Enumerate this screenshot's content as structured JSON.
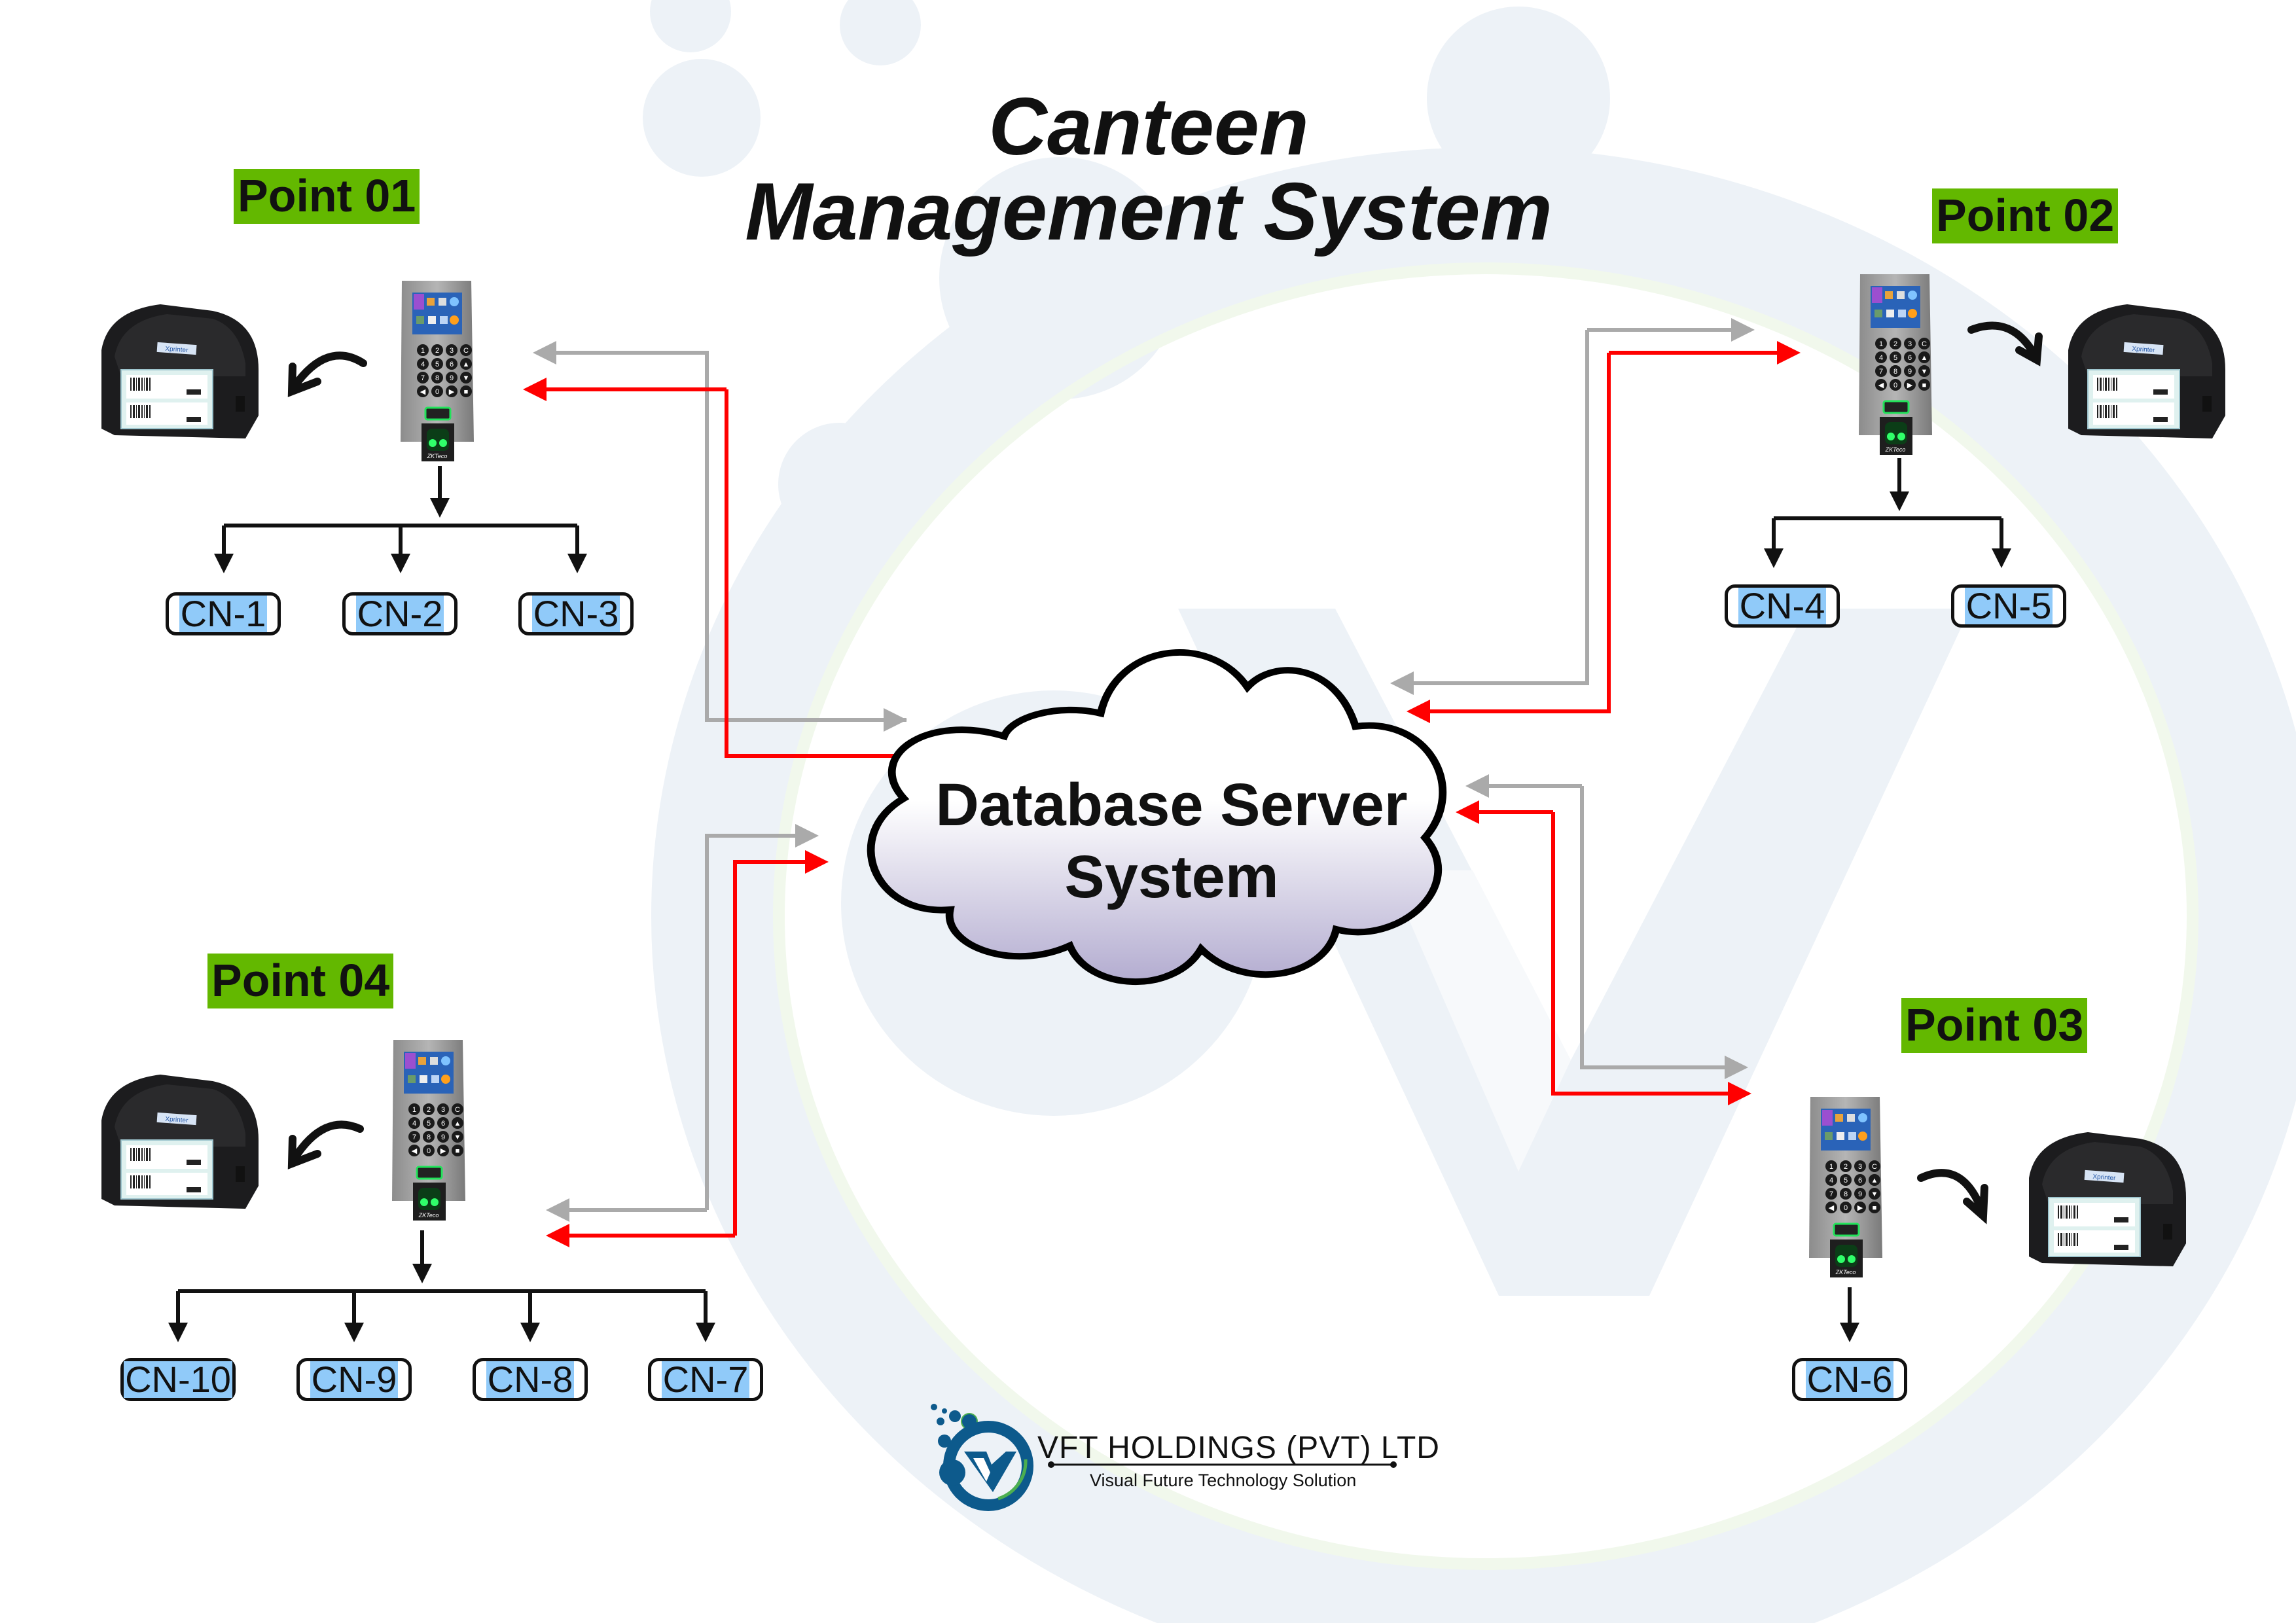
{
  "title": {
    "line1": "Canteen",
    "line2": "Management System"
  },
  "server": {
    "line1": "Database Server",
    "line2": "System",
    "icon": "cloud-icon"
  },
  "points": [
    {
      "label": "Point 01",
      "devices": [
        "fingerprint-terminal-icon",
        "label-printer-icon"
      ],
      "counters": [
        "CN-1",
        "CN-2",
        "CN-3"
      ]
    },
    {
      "label": "Point 02",
      "devices": [
        "fingerprint-terminal-icon",
        "label-printer-icon"
      ],
      "counters": [
        "CN-4",
        "CN-5"
      ]
    },
    {
      "label": "Point 03",
      "devices": [
        "fingerprint-terminal-icon",
        "label-printer-icon"
      ],
      "counters": [
        "CN-6"
      ]
    },
    {
      "label": "Point 04",
      "devices": [
        "fingerprint-terminal-icon",
        "label-printer-icon"
      ],
      "counters": [
        "CN-10",
        "CN-9",
        "CN-8",
        "CN-7"
      ]
    }
  ],
  "device_text": {
    "printer_brand": "Xprinter",
    "terminal_brand": "ZKTeco",
    "keypad": [
      "1",
      "2",
      "3",
      "C",
      "4",
      "5",
      "6",
      "▲",
      "7",
      "8",
      "9",
      "▼",
      "◀",
      "0",
      "▶",
      "■"
    ]
  },
  "links": {
    "gray_color": "#aaaaaa",
    "red_color": "#ff0000",
    "tree_color": "#111111"
  },
  "company": {
    "name": "VFT HOLDINGS (PVT) LTD",
    "tagline": "Visual Future Technology Solution",
    "brand_color": "#0d5a8c",
    "accent_color": "#4caf50"
  },
  "colors": {
    "point_label_bg": "#63b800",
    "counter_highlight": "#90caf9",
    "background_shape": "#edf2f7"
  }
}
